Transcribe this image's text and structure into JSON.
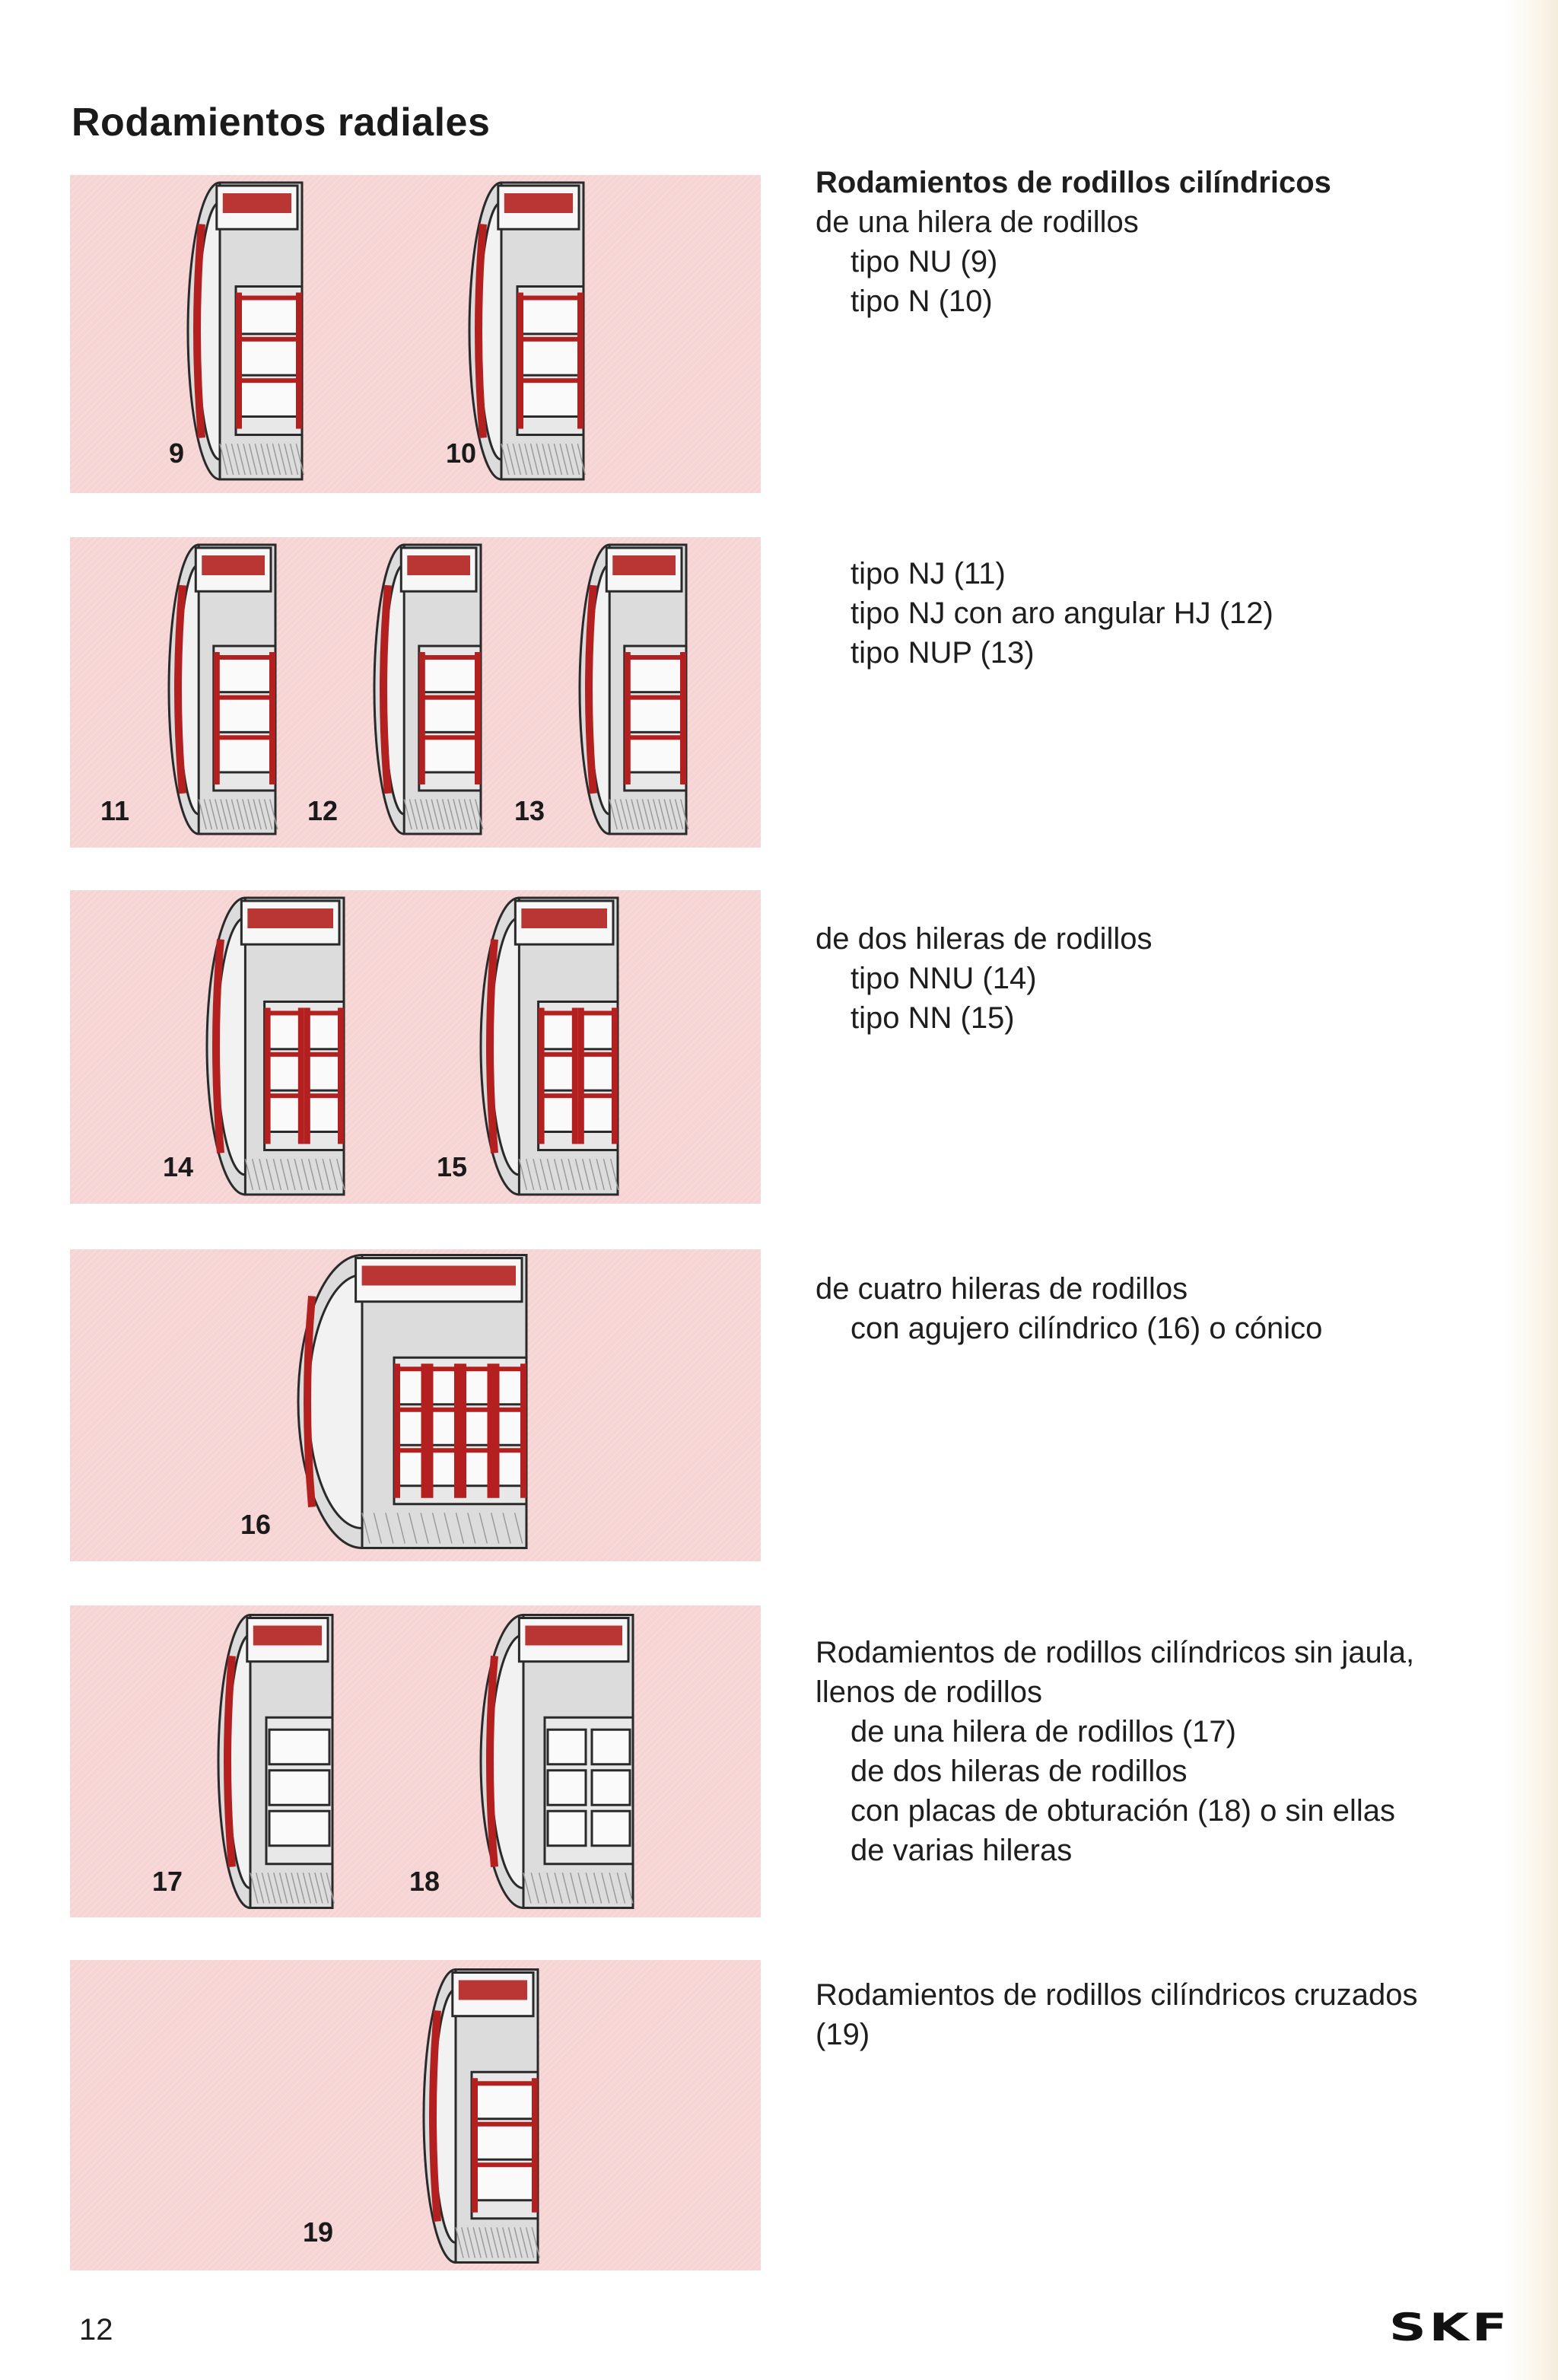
{
  "page": {
    "title": "Rodamientos radiales",
    "page_number": "12",
    "logo_text": "SKF"
  },
  "colors": {
    "panel_background": "#f6d4d4",
    "bearing_red": "#b3201f",
    "bearing_steel": "#dcdcdc",
    "outline": "#2a2a2a"
  },
  "sections": [
    {
      "figures": [
        "9",
        "10"
      ],
      "lines": [
        {
          "text": "Rodamientos de rodillos cilíndricos",
          "style": "bold"
        },
        {
          "text": "de una hilera de rodillos",
          "style": "normal"
        },
        {
          "text": "tipo NU (9)",
          "style": "indent"
        },
        {
          "text": "tipo N (10)",
          "style": "indent"
        }
      ]
    },
    {
      "figures": [
        "11",
        "12",
        "13"
      ],
      "lines": [
        {
          "text": "tipo NJ (11)",
          "style": "indent"
        },
        {
          "text": "tipo NJ con aro angular HJ (12)",
          "style": "indent"
        },
        {
          "text": "tipo NUP (13)",
          "style": "indent"
        }
      ]
    },
    {
      "figures": [
        "14",
        "15"
      ],
      "lines": [
        {
          "text": "de dos hileras de rodillos",
          "style": "normal"
        },
        {
          "text": "tipo NNU (14)",
          "style": "indent"
        },
        {
          "text": "tipo NN (15)",
          "style": "indent"
        }
      ]
    },
    {
      "figures": [
        "16"
      ],
      "lines": [
        {
          "text": "de cuatro hileras de rodillos",
          "style": "normal"
        },
        {
          "text": "con agujero cilíndrico (16) o cónico",
          "style": "indent"
        }
      ]
    },
    {
      "figures": [
        "17",
        "18"
      ],
      "lines": [
        {
          "text": "Rodamientos de rodillos cilíndricos sin jaula,",
          "style": "normal"
        },
        {
          "text": "llenos de rodillos",
          "style": "normal"
        },
        {
          "text": "de una hilera de rodillos (17)",
          "style": "indent"
        },
        {
          "text": "de dos hileras de rodillos",
          "style": "indent"
        },
        {
          "text": "con placas de obturación (18) o sin ellas",
          "style": "indent"
        },
        {
          "text": "de varias hileras",
          "style": "indent"
        }
      ]
    },
    {
      "figures": [
        "19"
      ],
      "lines": [
        {
          "text": "Rodamientos de rodillos cilíndricos cruzados",
          "style": "normal"
        },
        {
          "text": "(19)",
          "style": "normal"
        }
      ]
    }
  ]
}
